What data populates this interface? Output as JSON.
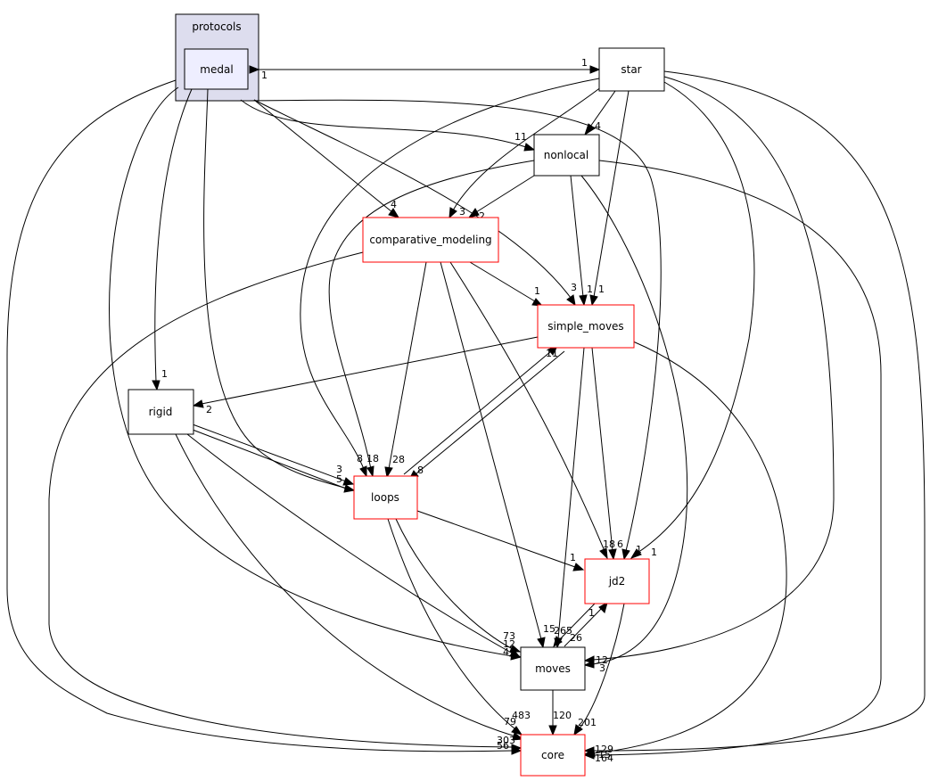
{
  "cluster": {
    "label": "protocols",
    "fill": "#ddddee",
    "stroke": "#000000"
  },
  "nodes": {
    "medal": {
      "label": "medal",
      "fill": "#eeeeff",
      "stroke": "#000000"
    },
    "star": {
      "label": "star",
      "fill": "#ffffff",
      "stroke": "#000000"
    },
    "nonlocal": {
      "label": "nonlocal",
      "fill": "#ffffff",
      "stroke": "#000000"
    },
    "comparative_modeling": {
      "label": "comparative_modeling",
      "fill": "#ffffff",
      "stroke": "#ff0000"
    },
    "simple_moves": {
      "label": "simple_moves",
      "fill": "#ffffff",
      "stroke": "#ff0000"
    },
    "rigid": {
      "label": "rigid",
      "fill": "#ffffff",
      "stroke": "#000000"
    },
    "loops": {
      "label": "loops",
      "fill": "#ffffff",
      "stroke": "#ff0000"
    },
    "jd2": {
      "label": "jd2",
      "fill": "#ffffff",
      "stroke": "#ff0000"
    },
    "moves": {
      "label": "moves",
      "fill": "#ffffff",
      "stroke": "#000000"
    },
    "core": {
      "label": "core",
      "fill": "#ffffff",
      "stroke": "#ff0000"
    }
  },
  "edge_labels": {
    "star_medal": "1",
    "medal_star": "1",
    "star_nonlocal": "4",
    "medal_nonlocal": "11",
    "medal_cm": "4",
    "star_cm": "3",
    "nonlocal_cm": "2",
    "cm_sm": "1",
    "medal_sm": "3",
    "nonlocal_sm": "1",
    "star_sm": "1",
    "medal_rigid": "1",
    "sm_rigid": "2",
    "loops_sm": "11",
    "sm_loops": "8",
    "rigid_loops_a": "3",
    "rigid_loops_b": "5",
    "star_loops": "8",
    "nonlocal_loops": "18",
    "cm_loops": "28",
    "cm_jd2": "18",
    "sm_jd2": "6",
    "medal_jd2": "1",
    "star_jd2": "1",
    "loops_jd2": "1",
    "jd2_moves": "1",
    "cm_moves": "15",
    "sm_moves": "265",
    "moves_jd2": "26",
    "loops_moves": "73",
    "rigid_moves": "12",
    "medal_moves": "4",
    "star_moves": "12",
    "nonlocal_moves": "3",
    "moves_core": "120",
    "jd2_core": "201",
    "loops_core": "483",
    "rigid_core": "79",
    "medal_core": "303",
    "cm_core": "56",
    "star_core": "129",
    "sm_core": "164",
    "nonlocal_core": "15"
  }
}
